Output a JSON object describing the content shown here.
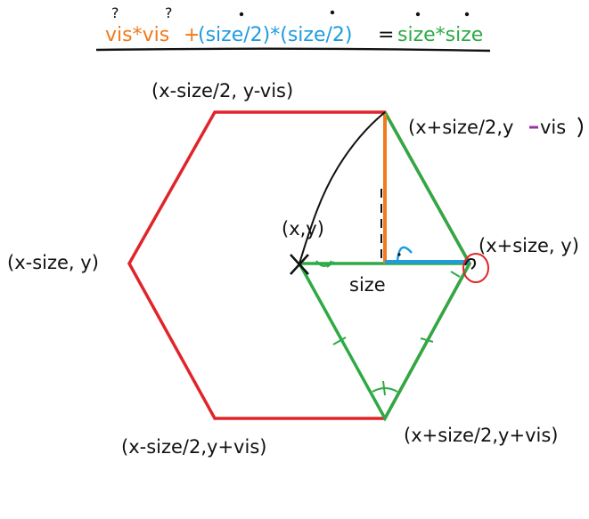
{
  "colors": {
    "hexagon": "#e0242a",
    "triangle": "#2eaa45",
    "vertical": "#f07a1c",
    "horizontal": "#1f9be0",
    "sketch": "#111111",
    "accent_purple": "#9b2fa8",
    "circle": "#e0242a"
  },
  "equation": {
    "vis_term": "vis*vis",
    "plus": "+",
    "size_term": "(size/2)*(size/2)",
    "equals": "=",
    "rhs": "size*size"
  },
  "labels": {
    "top_left": "(x-size/2, y-vis)",
    "top_right_a": "(x+size/2,y",
    "top_right_b": "vis",
    "center": "(x,y)",
    "left": "(x-size, y)",
    "right": "(x+size, y)",
    "bottom_left": "(x-size/2,y+vis)",
    "bottom_right": "(x+size/2,y+vis)",
    "size": "size"
  }
}
